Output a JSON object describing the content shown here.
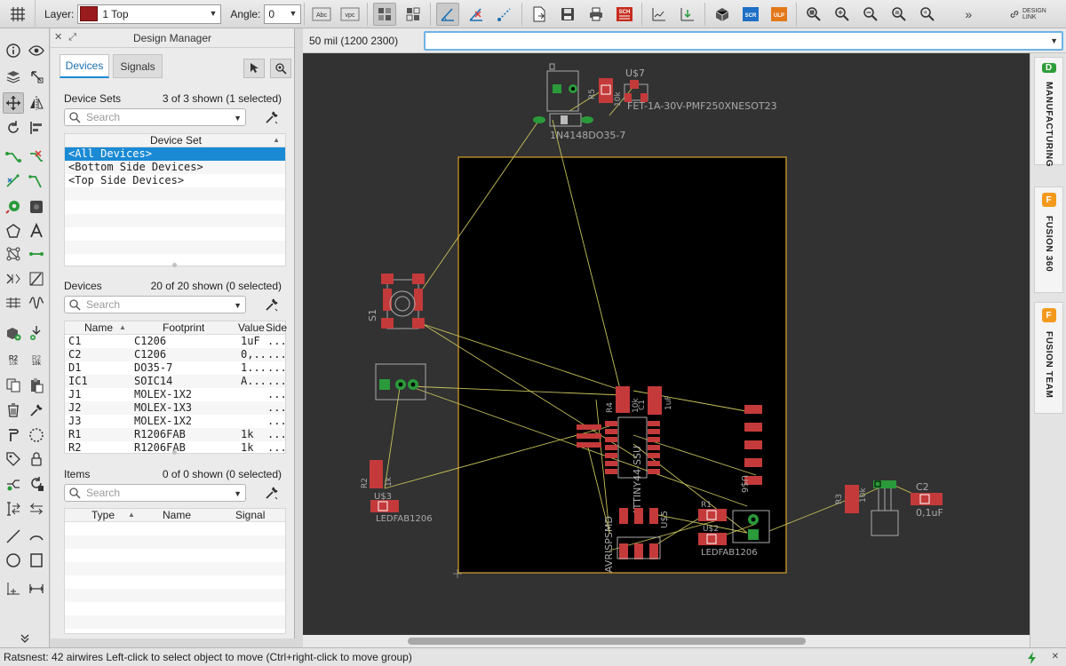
{
  "toolbar": {
    "layer_label": "Layer:",
    "layer_value": "1 Top",
    "angle_label": "Angle:",
    "angle_value": "0",
    "abc_label": "Abc",
    "vpc_label": "vpc",
    "sch_label": "SCH",
    "scr_label": "SCR",
    "ulp_label": "ULP",
    "more_label": "»",
    "design_link_1": "DESIGN",
    "design_link_2": "LINK"
  },
  "tools": {
    "r2_label": "R2",
    "r2_sub": "10k",
    "r2b_label": "R2",
    "r2b_sub": "10k"
  },
  "panel": {
    "title": "Design Manager",
    "tabs": [
      "Devices",
      "Signals"
    ],
    "device_sets": {
      "title": "Device Sets",
      "count": "3 of 3 shown (1 selected)",
      "search_placeholder": "Search",
      "column": "Device Set",
      "rows": [
        "<All Devices>",
        "<Bottom Side Devices>",
        "<Top Side Devices>"
      ]
    },
    "devices": {
      "title": "Devices",
      "count": "20 of 20 shown (0 selected)",
      "search_placeholder": "Search",
      "columns": [
        "Name",
        "Footprint",
        "Value",
        "Side"
      ],
      "rows": [
        {
          "name": "C1",
          "footprint": "C1206",
          "value": "1uF",
          "side": "..."
        },
        {
          "name": "C2",
          "footprint": "C1206",
          "value": "0,...",
          "side": "..."
        },
        {
          "name": "D1",
          "footprint": "DO35-7",
          "value": "1...",
          "side": "..."
        },
        {
          "name": "IC1",
          "footprint": "SOIC14",
          "value": "A...",
          "side": "..."
        },
        {
          "name": "J1",
          "footprint": "MOLEX-1X2",
          "value": "",
          "side": "..."
        },
        {
          "name": "J2",
          "footprint": "MOLEX-1X3",
          "value": "",
          "side": "..."
        },
        {
          "name": "J3",
          "footprint": "MOLEX-1X2",
          "value": "",
          "side": "..."
        },
        {
          "name": "R1",
          "footprint": "R1206FAB",
          "value": "1k",
          "side": "..."
        },
        {
          "name": "R2",
          "footprint": "R1206FAB",
          "value": "1k",
          "side": "..."
        }
      ]
    },
    "items": {
      "title": "Items",
      "count": "0 of 0 shown (0 selected)",
      "search_placeholder": "Search",
      "columns": [
        "Type",
        "Name",
        "Signal"
      ]
    }
  },
  "canvas": {
    "coordinate": "50 mil (1200 2300)",
    "labels": {
      "u7": "U$7",
      "fet": "FET-1A-30V-PMF250XNESOT23",
      "diode": "1N4148DO35-7",
      "r5": "R5",
      "r5_val": "10k",
      "s1": "S1",
      "r4": "R4",
      "r4_val": "10k",
      "c1": "C1",
      "c1_val": "1uF",
      "attiny": "ATTINY44-SSU",
      "u6": "U$6",
      "r2": "R2",
      "r2_val": "1k",
      "u3": "U$3",
      "ledfab_left": "LEDFAB1206",
      "avrisp": "AVRISPSMD",
      "u5": "U$5",
      "r1": "R1",
      "u2": "U$2",
      "ledfab_right": "LEDFAB1206",
      "r3": "R3",
      "r3_val": "10k",
      "c2": "C2",
      "c2_val": "0,1uF"
    }
  },
  "side_tabs": [
    {
      "badge": "D",
      "label": "MANUFACTURING",
      "color": "#2e9e3a"
    },
    {
      "badge": "F",
      "label": "FUSION 360",
      "color": "#f39a1e"
    },
    {
      "badge": "F",
      "label": "FUSION TEAM",
      "color": "#f39a1e"
    }
  ],
  "status": {
    "message": "Ratsnest: 42 airwires Left-click to select object to move (Ctrl+right-click to move group)"
  },
  "colors": {
    "board_outline": "#d9a22c",
    "copper": "#c43a3a",
    "airwire": "#c9c25a",
    "selection": "#1a8ad4"
  }
}
